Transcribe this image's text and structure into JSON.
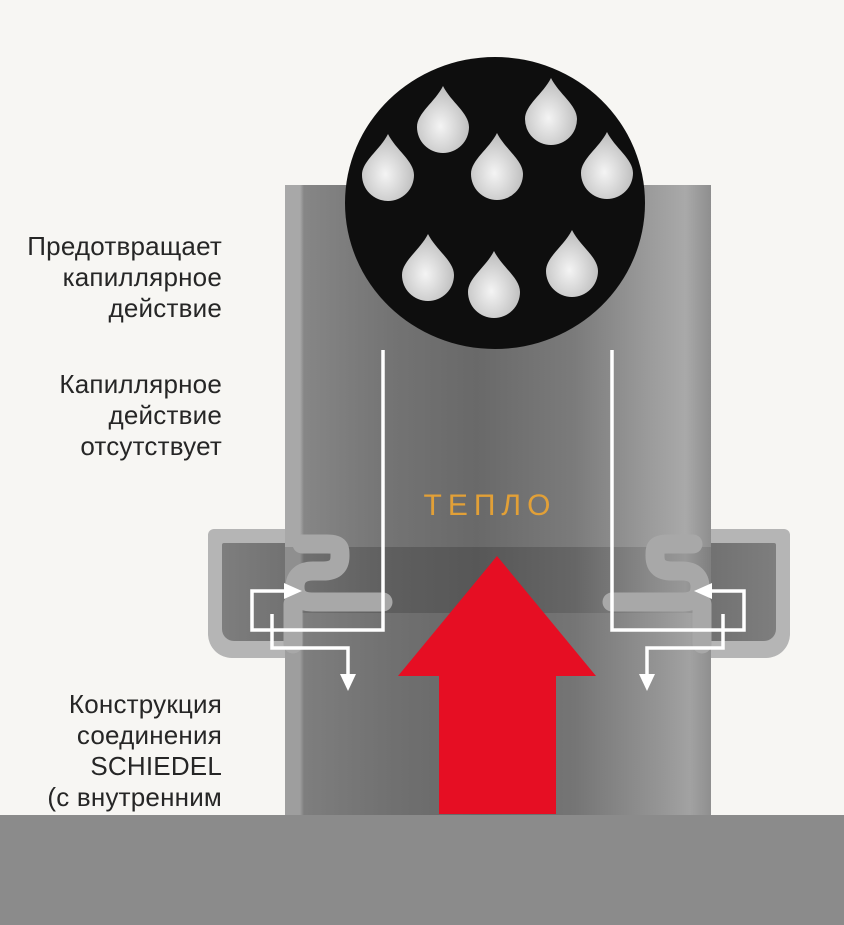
{
  "diagram_title": "Schiedel chimney joint capillary action diagram",
  "labels": {
    "prevents_capillary": "Предотвращает\nкапиллярное\nдействие",
    "no_capillary": "Капиллярное\nдействие\nотсутствует",
    "construction": "Конструкция\nсоединения\nSCHIEDEL\n(с внутренним"
  },
  "heat": {
    "label": "ТЕПЛО"
  },
  "colors": {
    "background": "#f7f6f3",
    "heat_text": "#e2a037",
    "heat_arrow_red": "#e60e23",
    "circle_black": "#0e0e0e",
    "droplet_grey": "#cfcfcf",
    "pipe_grey_dark": "#696969",
    "pipe_grey_light": "#a8a8a8",
    "flange_shell_grey": "#b5b5b5",
    "channel_grey": "#a8a8a8",
    "guide_line_white": "#ffffff",
    "floor_grey": "#8b8b8b"
  }
}
